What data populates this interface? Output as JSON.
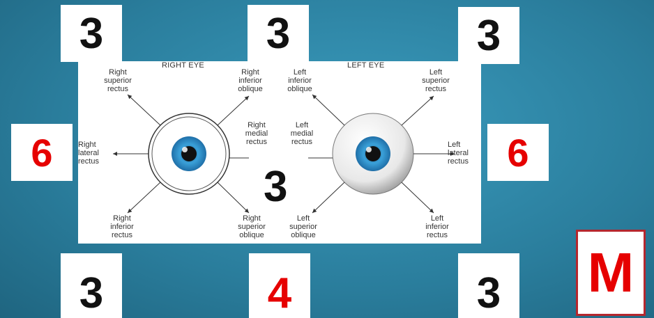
{
  "headings": {
    "right_eye": "RIGHT EYE",
    "left_eye": "LEFT EYE"
  },
  "labels": {
    "right_superior_rectus": "Right\nsuperior\nrectus",
    "right_inferior_oblique": "Right\ninferior\noblique",
    "right_medial_rectus": "Right\nmedial\nrectus",
    "right_lateral_rectus": "Right\nlateral\nrectus",
    "right_inferior_rectus": "Right\ninferior\nrectus",
    "right_superior_oblique": "Right\nsuperior\noblique",
    "left_inferior_oblique": "Left\ninferior\noblique",
    "left_superior_rectus": "Left\nsuperior\nrectus",
    "left_medial_rectus": "Left\nmedial\nrectus",
    "left_lateral_rectus": "Left\nlateral\nrectus",
    "left_superior_oblique": "Left\nsuperior\noblique",
    "left_inferior_rectus": "Left\ninferior\nrectus"
  },
  "boxes": {
    "top_left": "3",
    "top_middle": "3",
    "top_right": "3",
    "mid_left": "6",
    "mid_right": "6",
    "center": "3",
    "bottom_left": "3",
    "bottom_middle": "4",
    "bottom_right": "3",
    "corner_letter": "M"
  },
  "colors": {
    "background": "#2a7d9c",
    "black_number": "#111111",
    "red_number": "#e60000",
    "iris": "#3aa0d8",
    "m_border": "#b5272e"
  }
}
